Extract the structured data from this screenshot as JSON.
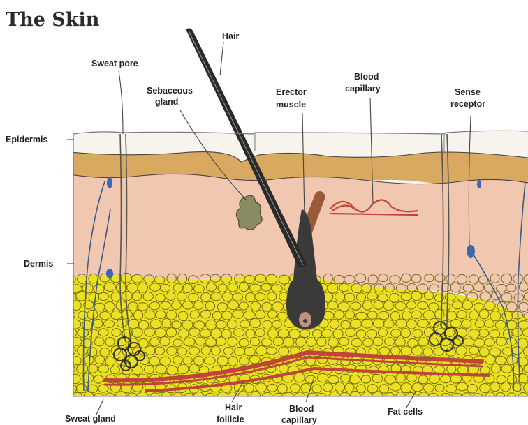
{
  "title": "The Skin",
  "labels": {
    "hair": "Hair",
    "sweat_pore": "Sweat pore",
    "sebaceous_gland_1": "Sebaceous",
    "sebaceous_gland_2": "gland",
    "erector_muscle_1": "Erector",
    "erector_muscle_2": "muscle",
    "blood_capillary_top_1": "Blood",
    "blood_capillary_top_2": "capillary",
    "sense_receptor_1": "Sense",
    "sense_receptor_2": "receptor",
    "epidermis": "Epidermis",
    "dermis": "Dermis",
    "sweat_gland": "Sweat gland",
    "hair_follicle_1": "Hair",
    "hair_follicle_2": "follicle",
    "blood_capillary_bottom_1": "Blood",
    "blood_capillary_bottom_2": "capillary",
    "fat_cells": "Fat cells"
  },
  "colors": {
    "epidermis": "#f7f4ee",
    "granular_layer": "#d9a861",
    "dermis": "#f2c7b0",
    "fat": "#ece024",
    "fat_cell_outline": "#6f6a12",
    "hair": "#2a2a2a",
    "blood_vessel": "#c0443a",
    "nerve": "#3d5a8a",
    "muscle": "#9a5a3a"
  }
}
